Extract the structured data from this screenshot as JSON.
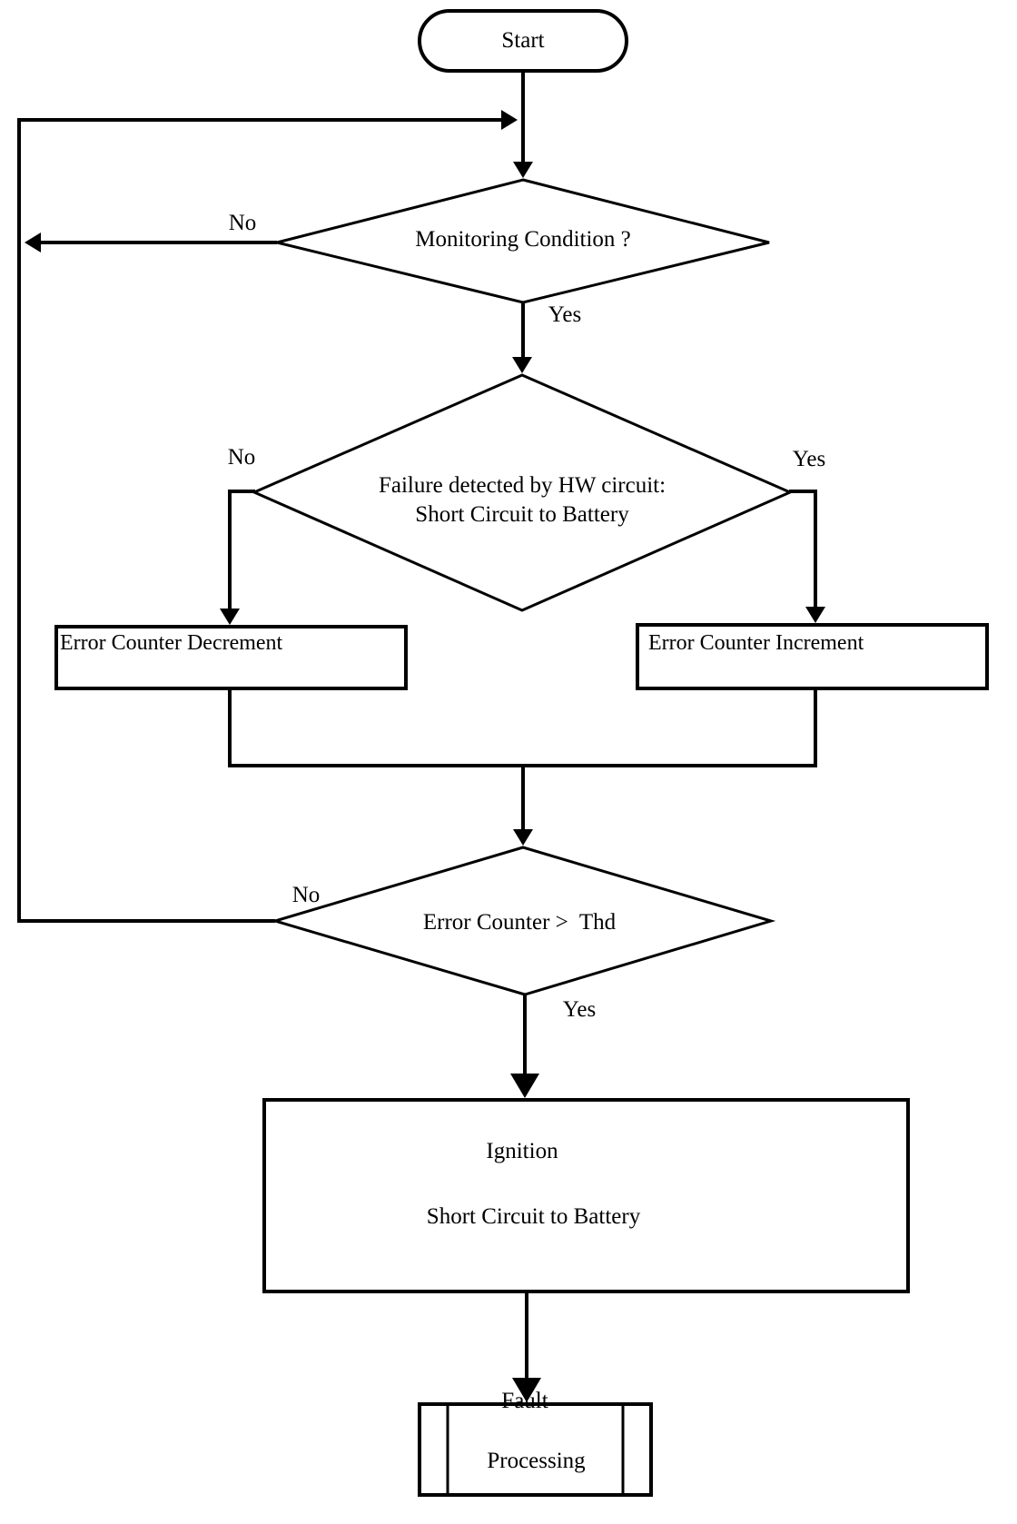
{
  "colors": {
    "ink": "#000000",
    "paper": "#ffffff"
  },
  "flowchart": {
    "start": {
      "label": "Start"
    },
    "decision_monitoring": {
      "label": "Monitoring Condition ?",
      "no_label": "No",
      "yes_label": "Yes"
    },
    "decision_failure": {
      "label_line1": "Failure detected by HW circuit:",
      "label_line2": "Short Circuit to Battery",
      "no_label": "No",
      "yes_label": "Yes"
    },
    "process_decrement": {
      "label": "Error Counter Decrement"
    },
    "process_increment": {
      "label": "Error Counter Increment"
    },
    "decision_threshold": {
      "label": "Error Counter >  Thd",
      "no_label": "No",
      "yes_label": "Yes"
    },
    "process_ignition": {
      "label_line1": "Ignition",
      "label_line2": "Short Circuit to Battery"
    },
    "predefined_fault": {
      "label_line1": "Fault",
      "label_line2": "Processing"
    }
  }
}
